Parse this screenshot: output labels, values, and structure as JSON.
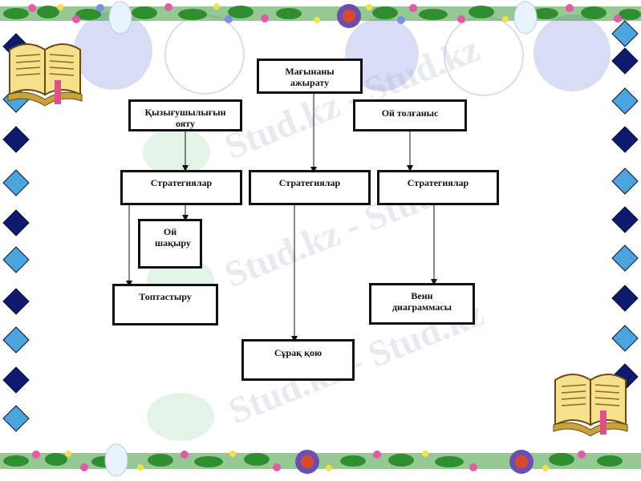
{
  "diagram": {
    "root": "Мағынаны ажырату",
    "left_head": "Қызығушылығын ояту",
    "right_head": "Ой толғаныс",
    "strategy_left": "Стратегиялар",
    "strategy_mid": "Стратегиялар",
    "strategy_right": "Стратегиялар",
    "oi_shakyru": "Ой шақыру",
    "toptastyru": "Топтастыру",
    "surak_koyu": "Сұрақ қою",
    "venn": "Венн диаграммасы"
  },
  "watermark": "Stud.kz - Stud.kz",
  "colors": {
    "diamond_dark": "#0d1a6e",
    "diamond_light": "#4aa5de",
    "circle": "#d9dcf5"
  },
  "icons": [
    "open-book-icon",
    "flower-garland",
    "leaf-logo-watermark"
  ]
}
